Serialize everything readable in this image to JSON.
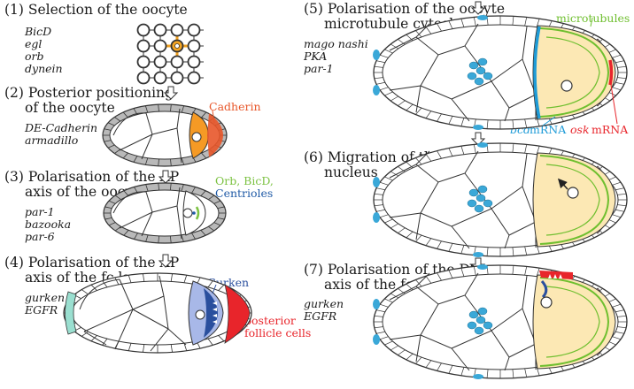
{
  "panels": [
    {
      "title": [
        "(1) Selection of the oocyte"
      ],
      "genes": [
        "BicD",
        "egl",
        "orb",
        "dynein"
      ]
    },
    {
      "title": [
        "(2) Posterior positioning",
        "of the oocyte"
      ],
      "genes": [
        "DE-Cadherin",
        "armadillo"
      ]
    },
    {
      "title": [
        "(3) Polarisation of the AP",
        "axis of the oocyte"
      ],
      "genes": [
        "par-1",
        "bazooka",
        "par-6"
      ]
    },
    {
      "title": [
        "(4) Polarisation of the AP",
        "axis of the fc layer"
      ],
      "genes": [
        "gurken",
        "EGFR"
      ]
    },
    {
      "title": [
        "(5) Polarisation of the oocyte",
        "microtubule cytoskeleton"
      ],
      "genes": [
        "mago nashi",
        "PKA",
        "par-1"
      ]
    },
    {
      "title": [
        "(6) Migration of the oocyte",
        "nucleus"
      ],
      "genes": []
    },
    {
      "title": [
        "(7) Polarisation of the DV",
        "axis of the fc layer"
      ],
      "genes": [
        "gurken",
        "EGFR"
      ]
    }
  ],
  "labels": {
    "cadherin": "Cadherin",
    "orb_bicd": "Orb, BicD,",
    "centrioles": "Centrioles",
    "gurken": "Gurken",
    "posterior_fc": [
      "posterior",
      "follicle cells"
    ],
    "microtubules": "microtubules",
    "plus": "(+)",
    "minus": "(-)",
    "bcd": "bcd",
    "osk": "osk",
    "mrna": "mRNA"
  },
  "colors": {
    "cadherin": "#e8572a",
    "orb_green": "#7cc242",
    "centriole_blue": "#1f5aa6",
    "gurken_blue": "#2a4f9e",
    "posterior_red": "#e8252b",
    "microtubule_green": "#6fbf2f",
    "bcd_blue": "#1e9bd7",
    "osk_red": "#e8252b",
    "oocyte_fill": "#fce8b4",
    "nurse_nuclei": "#3aa8d8",
    "follicle_grey": "#9a9a9a",
    "posterior_pink": "#f7b5bf",
    "anterior_teal": "#9adfd0"
  }
}
